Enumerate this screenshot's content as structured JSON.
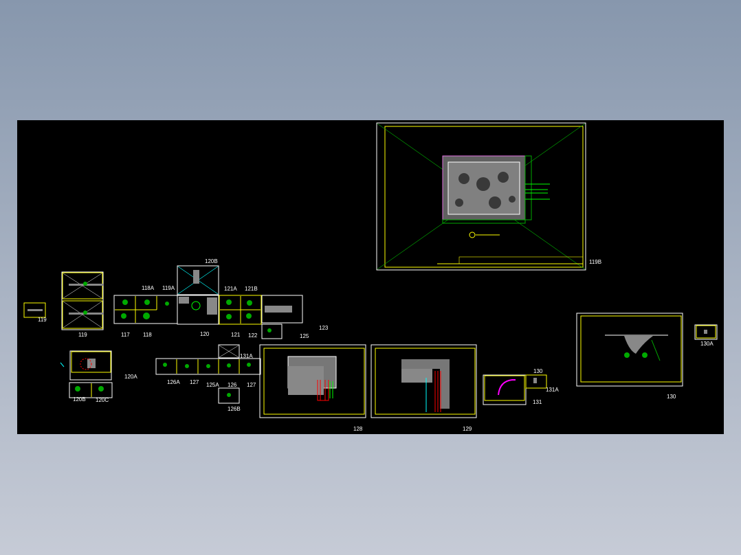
{
  "viewer": {
    "background_colors": {
      "top": "#8797ad",
      "bottom": "#c6cbd6",
      "canvas": "#000000"
    },
    "drawing_colors": {
      "frame": "#ffff00",
      "border": "#ffffff",
      "guide": "#00a000",
      "annotation": "#00ff00",
      "hatch": "#808080",
      "highlight_red": "#ff0000",
      "highlight_magenta": "#ff00ff",
      "cyan": "#00ffff"
    }
  },
  "sheets": {
    "s119_small": "119",
    "s119": "119",
    "s117": "117",
    "s118": "118",
    "s118A": "118A",
    "s119A": "119A",
    "s120B_top": "120B",
    "s120": "120",
    "s121A": "121A",
    "s121B": "121B",
    "s121": "121",
    "s122": "122",
    "s123": "123",
    "s125": "125",
    "s120A": "120A",
    "s120B": "120B",
    "s120C": "120C",
    "s126A": "126A",
    "s127a": "127",
    "s125A": "125A",
    "s126": "126",
    "s127b": "127",
    "s131A_top": "131A",
    "s126B": "126B",
    "s128": "128",
    "s129": "129",
    "s130_small": "130",
    "s131A": "131A",
    "s131": "131",
    "s130": "130",
    "s130A": "130A",
    "s119B": "119B"
  }
}
